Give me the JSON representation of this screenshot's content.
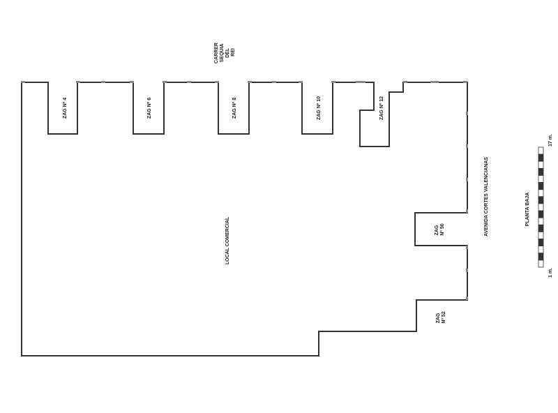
{
  "street_top": [
    "CARRER",
    "SEQUIA",
    "DEL",
    "REI"
  ],
  "units": {
    "zag4": "ZAG Nº 4",
    "zag6": "ZAG Nº 6",
    "zag8": "ZAG Nº 8",
    "zag10": "ZAG Nº 10",
    "zag12": "ZAG Nº 12",
    "zag50": [
      "ZAG",
      "Nº 50"
    ],
    "zag52": [
      "ZAG",
      "Nº 52"
    ]
  },
  "main_space": "LOCAL COMERCIAL",
  "street_right": "AVENIDA CORTES VALENCIANAS",
  "plan_title": "PLANTA BAJA",
  "scale": {
    "start": "1 m.",
    "end": "17 m.",
    "segments": 17
  },
  "colors": {
    "line": "#333333"
  }
}
